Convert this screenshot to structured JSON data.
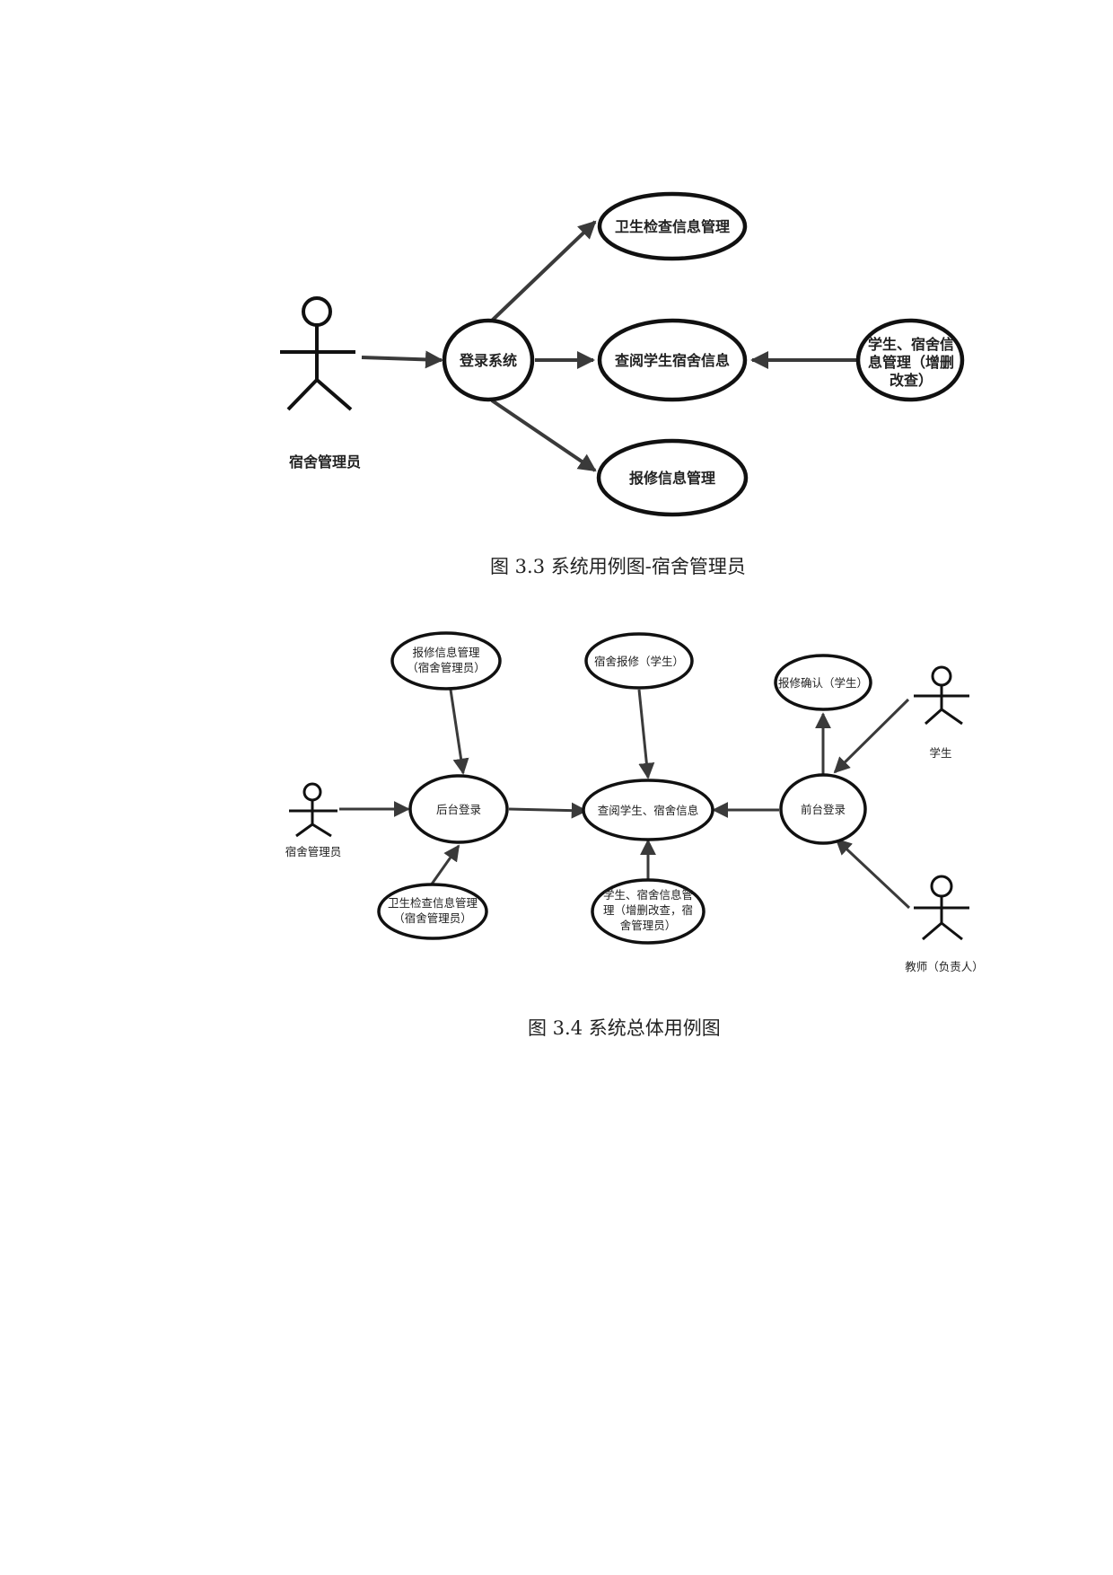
{
  "figure1": {
    "caption": "图 3.3  系统用例图-宿舍管理员",
    "actor_label": "宿舍管理员",
    "usecases": {
      "login": "登录系统",
      "hygiene": "卫生检查信息管理",
      "view": "查阅学生宿舍信息",
      "repair": "报修信息管理",
      "manage_line1": "学生、宿舍信",
      "manage_line2": "息管理（增删",
      "manage_line3": "改查）"
    }
  },
  "figure2": {
    "caption": "图 3.4 系统总体用例图",
    "actors": {
      "admin": "宿舍管理员",
      "student": "学生",
      "teacher": "教师（负责人）"
    },
    "usecases": {
      "repair_manage_line1": "报修信息管理",
      "repair_manage_line2": "（宿舍管理员）",
      "dorm_repair": "宿舍报修（学生）",
      "repair_confirm": "报修确认（学生）",
      "backend_login": "后台登录",
      "view": "查阅学生、宿舍信息",
      "frontend_login": "前台登录",
      "hygiene_line1": "卫生检查信息管理",
      "hygiene_line2": "（宿舍管理员）",
      "manage_line1": "学生、宿舍信息管",
      "manage_line2": "理（增删改查，宿",
      "manage_line3": "舍管理员）"
    }
  }
}
